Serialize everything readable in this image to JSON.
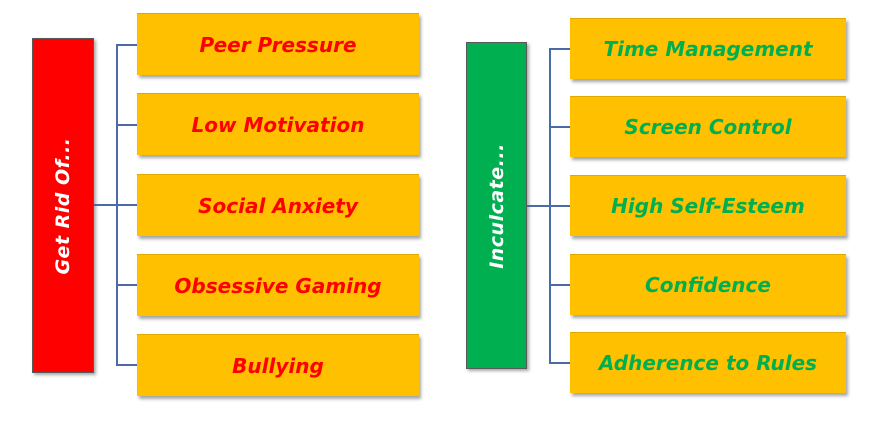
{
  "colors": {
    "left_bar": "#ff0000",
    "right_bar": "#00b050",
    "box_fill": "#ffc000",
    "left_text": "#ff0000",
    "right_text": "#00b050",
    "connector": "#4a6aa8"
  },
  "left": {
    "label": "Get Rid Of...",
    "items": [
      "Peer Pressure",
      "Low Motivation",
      "Social Anxiety",
      "Obsessive Gaming",
      "Bullying"
    ]
  },
  "right": {
    "label": "Inculcate...",
    "items": [
      "Time Management",
      "Screen Control",
      "High Self-Esteem",
      "Confidence",
      "Adherence to Rules"
    ]
  }
}
